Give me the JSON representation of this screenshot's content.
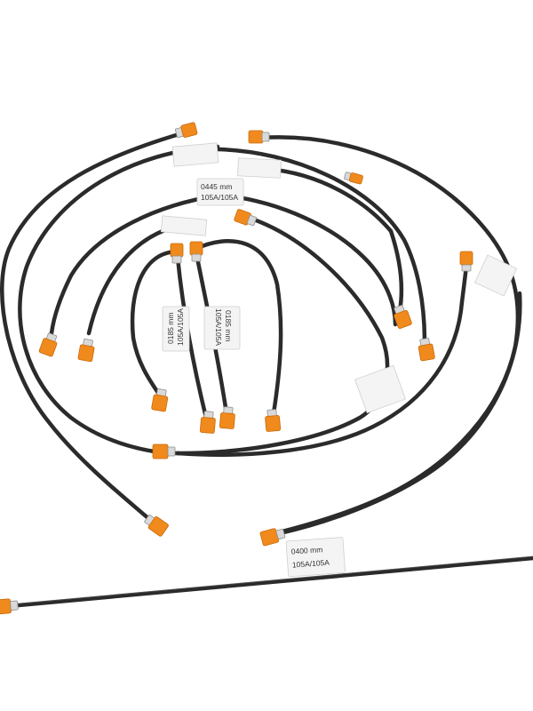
{
  "photo": {
    "subject": "brake line set",
    "labels": [
      {
        "id": "label-0445",
        "line1": "0445 mm",
        "line2": "105A/105A"
      },
      {
        "id": "label-0185-a",
        "line1": "0185 mm",
        "line2": "105A/105A"
      },
      {
        "id": "label-0185-b",
        "line1": "0185 mm",
        "line2": "105A/105A"
      },
      {
        "id": "label-0400",
        "line1": "0400  mm",
        "line2": "105A/105A"
      }
    ]
  },
  "colors": {
    "tube": "#2b2b2b",
    "cap": "#f08a1c",
    "nut": "#d9d9d9",
    "background": "#ffffff"
  }
}
